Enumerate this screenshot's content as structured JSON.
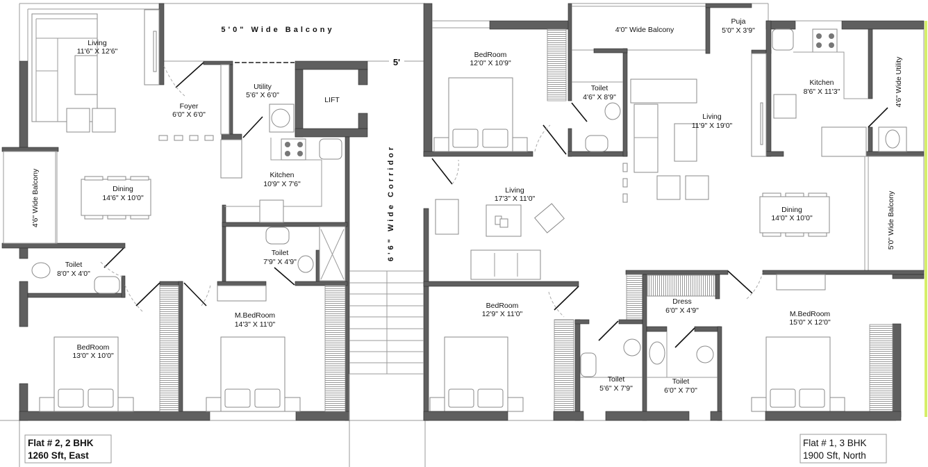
{
  "flat2": {
    "title": "Flat # 2, 2 BHK",
    "subtitle": "1260 Sft, East",
    "rooms": {
      "living": {
        "name": "Living",
        "size": "11'6\" X 12'6\""
      },
      "foyer": {
        "name": "Foyer",
        "size": "6'0\" X 6'0\""
      },
      "utility": {
        "name": "Utility",
        "size": "5'6\" X 6'0\""
      },
      "lift": {
        "name": "LIFT"
      },
      "kitchen": {
        "name": "Kitchen",
        "size": "10'9\" X 7'6\""
      },
      "dining": {
        "name": "Dining",
        "size": "14'6\" X 10'0\""
      },
      "toilet1": {
        "name": "Toilet",
        "size": "8'0\" X 4'0\""
      },
      "toilet2": {
        "name": "Toilet",
        "size": "7'9\" X 4'9\""
      },
      "mbedroom": {
        "name": "M.BedRoom",
        "size": "14'3\" X 11'0\""
      },
      "bedroom": {
        "name": "BedRoom",
        "size": "13'0\" X 10'0\""
      },
      "balcony_top": "5'0\" Wide Balcony",
      "balcony_side": "4'6\" Wide Balcony"
    }
  },
  "common": {
    "corridor": "6'6\" Wide Corridor",
    "gap": "5'"
  },
  "flat1": {
    "title": "Flat # 1, 3 BHK",
    "subtitle": "1900 Sft, North",
    "rooms": {
      "bedroom1": {
        "name": "BedRoom",
        "size": "12'0\" X 10'9\""
      },
      "balcony_top": "4'0\" Wide Balcony",
      "puja": {
        "name": "Puja",
        "size": "5'0\" X 3'9\""
      },
      "kitchen": {
        "name": "Kitchen",
        "size": "8'6\" X 11'3\""
      },
      "utility": "4'6\" Wide Utility",
      "toilet1": {
        "name": "Toilet",
        "size": "4'6\" X 8'9\""
      },
      "living1": {
        "name": "Living",
        "size": "11'9\" X 19'0\""
      },
      "living2": {
        "name": "Living",
        "size": "17'3\" X 11'0\""
      },
      "dining": {
        "name": "Dining",
        "size": "14'0\" X 10'0\""
      },
      "balcony_side": "5'0\" Wide Balcony",
      "bedroom2": {
        "name": "BedRoom",
        "size": "12'9\" X 11'0\""
      },
      "dress": {
        "name": "Dress",
        "size": "6'0\" X 4'9\""
      },
      "mbedroom": {
        "name": "M.BedRoom",
        "size": "15'0\" X 12'0\""
      },
      "toilet2": {
        "name": "Toilet",
        "size": "5'6\" X 7'9\""
      },
      "toilet3": {
        "name": "Toilet",
        "size": "6'0\" X 7'0\""
      }
    }
  },
  "colors": {
    "wall": "#5f5f5f",
    "outline": "#9a9a9a",
    "accent_edge": "#d6ef6a"
  }
}
